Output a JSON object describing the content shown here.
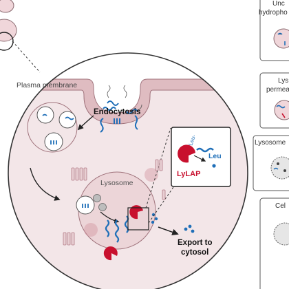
{
  "labels": {
    "plasma_membrane": "Plasma membrane",
    "endocytosis": "Endocytosis",
    "lysosome": "Lysosome",
    "leu_substrate": "Leu-",
    "lylap": "LyLAP",
    "leu": "Leu",
    "export_line1": "Export to",
    "export_line2": "cytosol"
  },
  "side_panels": [
    {
      "line1": "Unc",
      "line2": "hydropho"
    },
    {
      "line1": "Lys",
      "line2": "permea"
    },
    {
      "line1": "Lysosome",
      "line2": ""
    },
    {
      "line1": "Cel",
      "line2": ""
    }
  ],
  "colors": {
    "outline": "#5a5a5a",
    "cell_fill": "#f2e4e6",
    "membrane": "#b27b86",
    "membrane_fill": "#dcb7bd",
    "protein_blue": "#1f6fb8",
    "lylap_red": "#c8102e",
    "lysosome_fill": "#ead3d6"
  }
}
